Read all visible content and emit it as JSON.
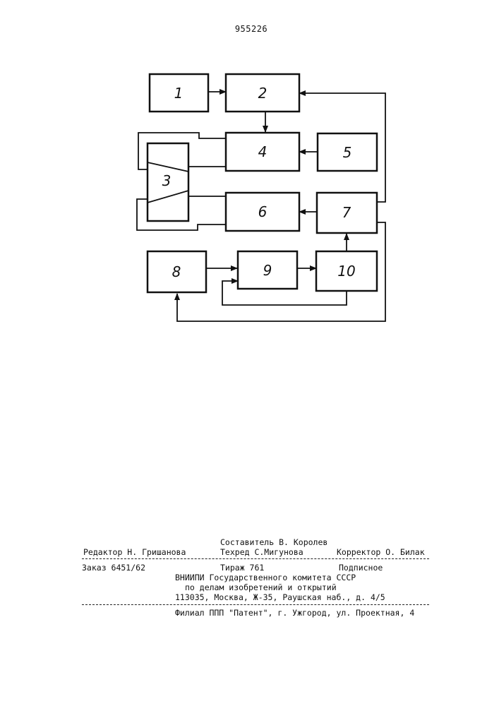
{
  "patent_number": "955226",
  "diagram": {
    "blocks": [
      {
        "id": "1",
        "label": "1"
      },
      {
        "id": "2",
        "label": "2"
      },
      {
        "id": "3",
        "label": "3"
      },
      {
        "id": "4",
        "label": "4"
      },
      {
        "id": "5",
        "label": "5"
      },
      {
        "id": "6",
        "label": "6"
      },
      {
        "id": "7",
        "label": "7"
      },
      {
        "id": "8",
        "label": "8"
      },
      {
        "id": "9",
        "label": "9"
      },
      {
        "id": "10",
        "label": "10"
      }
    ],
    "connections": [
      {
        "from": "1",
        "to": "2"
      },
      {
        "from": "2",
        "to": "4"
      },
      {
        "from": "5",
        "to": "4"
      },
      {
        "from": "4",
        "to": "3"
      },
      {
        "from": "7",
        "to": "6"
      },
      {
        "from": "6",
        "to": "3"
      },
      {
        "from": "7",
        "to": "2"
      },
      {
        "from": "8",
        "to": "9"
      },
      {
        "from": "9",
        "to": "10"
      },
      {
        "from": "10",
        "to": "7"
      },
      {
        "from": "10",
        "to": "9"
      },
      {
        "from": "7",
        "to": "8"
      }
    ]
  },
  "imprint": {
    "compiler": "Составитель В. Королев",
    "editor": "Редактор Н. Гришанова",
    "techred": "Техред С.Мигунова",
    "corrector": "Корректор О. Билак",
    "order": "Заказ 6451/62",
    "print_run": "Тираж 761",
    "subscription": "Подписное",
    "org_line1": "ВНИИПИ Государственного комитета СССР",
    "org_line2": "по делам изобретений и открытий",
    "org_address": "113035, Москва, Ж-35, Раушская наб., д. 4/5",
    "branch": "Филиал ППП \"Патент\", г. Ужгород, ул. Проектная, 4"
  }
}
